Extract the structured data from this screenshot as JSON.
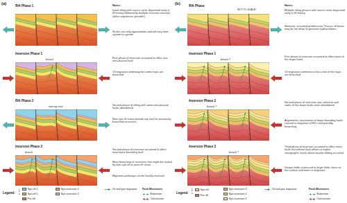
{
  "diagram": {
    "labels": [
      "(a)",
      "Rift Phase 1",
      "Notes:",
      "Initial rifting with source rocks deposited early in fill history followed by multiple reservoir intervals (other sequences possible)",
      "Scales are only approximate and will vary from system to system",
      "Inversion Phase 1",
      "First phase of inversion assumed to affect one intra-basinal fault",
      "Oil migration underway but some traps are breached",
      "breach",
      "Rift Phase 2",
      "new top seal",
      "Second phase of rifting with some intra-basinal faults abandoned",
      "New syn-rift strata provide top seal for previously breached structures",
      "Inversion Phase 2",
      "breach",
      "Second phase of inversion assumed to affect main basin bounding fault",
      "More breaching of structures that might be sealed by later syn-rift or post-rift strata",
      "Migration pathways can be locally reversed",
      "(b)",
      "Rift Phase",
      "Notes:",
      "Multiple rifting phases with source rocks deposited early in fill history",
      "However, assumed predecessor Triassic rift basin may be too deep to generate hydrocarbons",
      "NOT TO SCALE!",
      "Inversion Phase 1",
      "breach ?",
      "First phase of inversion assumed to affect most of the major faults",
      "Oil migration commences but a few of the traps are breached",
      "Inversion Phase 2",
      "breach ?",
      "Second phase of inversion was selective and some of the major faults were abandoned",
      "Asymmetric reactivation of major bounding faults caused re-migration of HCs and possibly breaching",
      "Inversion Phase 3",
      "breach ?",
      "Third phase of inversion assumed to affect most faults but without fault offsets at higher stratigraphic levels where buckle folding occurred",
      "Deeper folds coalesced to larger folds closer to the surface and more re-migration",
      "Legend:",
      "c",
      "b",
      "a",
      "Fault Movement",
      "Legend:",
      "c",
      "b",
      "a",
      "Fault Movement"
    ],
    "legend": [
      {
        "text": "Syn-rift 2",
        "color": "#8fd3ea"
      },
      {
        "text": "Syn-rift 1",
        "color": "#a5d16a"
      },
      {
        "text": "Pre-rift",
        "color": "#e9783a"
      },
      {
        "text": "Syn-inversion 2",
        "color": "#f6a36b"
      },
      {
        "text": "Syn-inversion 1",
        "color": "#d7b4e6"
      },
      {
        "text": "Oil and gas migration"
      },
      {
        "text": "Extension"
      },
      {
        "text": "Contraction"
      },
      {
        "text": "Syn-rift",
        "color": "#f5e07a"
      },
      {
        "text": "Pre-rift",
        "color": "#e56f6f"
      },
      {
        "text": "Syn-inversion 3",
        "color": "#f4a86e"
      },
      {
        "text": "Syn-inversion 2",
        "color": "#f7d07b"
      },
      {
        "text": "Syn-inversion 1",
        "color": "#f9f2b0"
      },
      {
        "text": "Oil and gas migration"
      },
      {
        "text": "Extension"
      },
      {
        "text": "Contraction"
      }
    ]
  }
}
